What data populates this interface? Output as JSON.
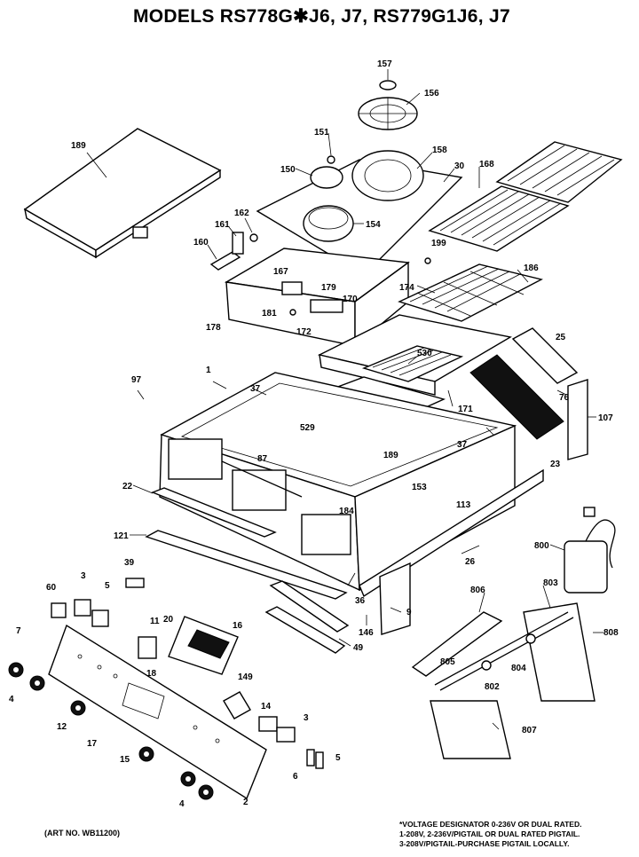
{
  "title": "MODELS RS778G✱J6, J7, RS779G1J6, J7",
  "art_number": "(ART NO. WB11200)",
  "footnote": [
    "*VOLTAGE DESIGNATOR 0-236V OR DUAL RATED.",
    "1-208V, 2-236V/PIGTAIL OR DUAL RATED PIGTAIL.",
    "3-208V/PIGTAIL-PURCHASE PIGTAIL LOCALLY."
  ],
  "part_labels": {
    "p157": "157",
    "p156": "156",
    "p151": "151",
    "p158": "158",
    "p30": "30",
    "p168": "168",
    "p189a": "189",
    "p150": "150",
    "p154": "154",
    "p161": "161",
    "p162": "162",
    "p160": "160",
    "p199": "199",
    "p186": "186",
    "p167": "167",
    "p179": "179",
    "p174": "174",
    "p170": "170",
    "p181": "181",
    "p178": "178",
    "p172": "172",
    "p25": "25",
    "p97": "97",
    "p1": "1",
    "p37a": "37",
    "p530": "530",
    "p76": "76",
    "p171": "171",
    "p107": "107",
    "p529": "529",
    "p87": "87",
    "p37b": "37",
    "p189b": "189",
    "p23": "23",
    "p22": "22",
    "p153": "153",
    "p184": "184",
    "p113": "113",
    "p121": "121",
    "p800": "800",
    "p26": "26",
    "p39": "39",
    "p5a": "5",
    "p3a": "3",
    "p60": "60",
    "p806": "806",
    "p803": "803",
    "p36": "36",
    "p9": "9",
    "p11": "11",
    "p20": "20",
    "p16": "16",
    "p7": "7",
    "p146": "146",
    "p808": "808",
    "p49": "49",
    "p18": "18",
    "p805": "805",
    "p804": "804",
    "p4a": "4",
    "p149": "149",
    "p802": "802",
    "p14": "14",
    "p12": "12",
    "p3b": "3",
    "p17": "17",
    "p807": "807",
    "p15": "15",
    "p5b": "5",
    "p6": "6",
    "p4b": "4",
    "p2": "2"
  }
}
